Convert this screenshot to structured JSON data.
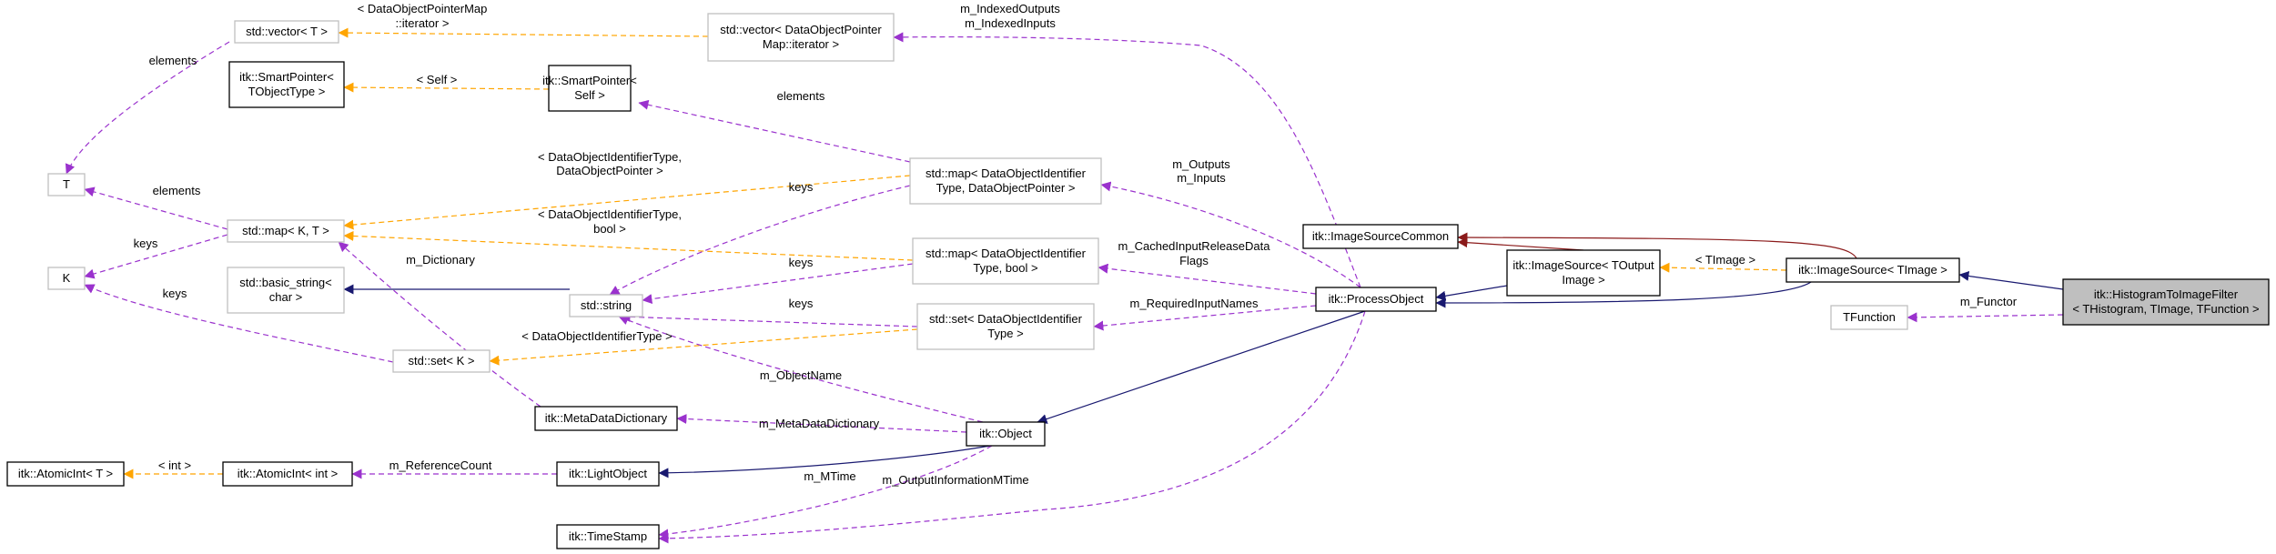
{
  "colors": {
    "inheritance": "#191970",
    "inheritance_private": "#8b1a1a",
    "usage": "#9a32cd",
    "template": "#ffa500",
    "box_stroke_documented": "#000000",
    "box_stroke_external": "#bfbfbf",
    "box_fill_highlight": "#bfbfbf"
  },
  "nodes": [
    {
      "id": "vecT",
      "lines": [
        "std::vector< T >"
      ],
      "style": "external"
    },
    {
      "id": "vecIt",
      "lines": [
        "std::vector< DataObjectPointer",
        "Map::iterator >"
      ],
      "style": "external"
    },
    {
      "id": "spObj",
      "lines": [
        "itk::SmartPointer<",
        "TObjectType >"
      ],
      "style": "documented"
    },
    {
      "id": "spSelf",
      "lines": [
        "itk::SmartPointer<",
        "Self >"
      ],
      "style": "documented"
    },
    {
      "id": "T",
      "lines": [
        "T"
      ],
      "style": "external"
    },
    {
      "id": "mapKT",
      "lines": [
        "std::map< K, T >"
      ],
      "style": "external"
    },
    {
      "id": "mapDOP",
      "lines": [
        "std::map< DataObjectIdentifier",
        "Type, DataObjectPointer >"
      ],
      "style": "external"
    },
    {
      "id": "K",
      "lines": [
        "K"
      ],
      "style": "external"
    },
    {
      "id": "basicStr",
      "lines": [
        "std::basic_string<",
        "char >"
      ],
      "style": "external"
    },
    {
      "id": "str",
      "lines": [
        "std::string"
      ],
      "style": "external"
    },
    {
      "id": "mapBool",
      "lines": [
        "std::map< DataObjectIdentifier",
        "Type, bool >"
      ],
      "style": "external"
    },
    {
      "id": "setDOI",
      "lines": [
        "std::set< DataObjectIdentifier",
        "Type >"
      ],
      "style": "external"
    },
    {
      "id": "setK",
      "lines": [
        "std::set< K >"
      ],
      "style": "external"
    },
    {
      "id": "isc",
      "lines": [
        "itk::ImageSourceCommon"
      ],
      "style": "documented"
    },
    {
      "id": "isTOut",
      "lines": [
        "itk::ImageSource< TOutput",
        "Image >"
      ],
      "style": "documented"
    },
    {
      "id": "isTImg",
      "lines": [
        "itk::ImageSource< TImage >"
      ],
      "style": "documented"
    },
    {
      "id": "hist",
      "lines": [
        "itk::HistogramToImageFilter",
        "< THistogram, TImage, TFunction >"
      ],
      "style": "highlight"
    },
    {
      "id": "po",
      "lines": [
        "itk::ProcessObject"
      ],
      "style": "documented"
    },
    {
      "id": "tfunc",
      "lines": [
        "TFunction"
      ],
      "style": "external"
    },
    {
      "id": "mdd",
      "lines": [
        "itk::MetaDataDictionary"
      ],
      "style": "documented"
    },
    {
      "id": "obj",
      "lines": [
        "itk::Object"
      ],
      "style": "documented"
    },
    {
      "id": "aiT",
      "lines": [
        "itk::AtomicInt< T >"
      ],
      "style": "documented"
    },
    {
      "id": "aiInt",
      "lines": [
        "itk::AtomicInt< int >"
      ],
      "style": "documented"
    },
    {
      "id": "lo",
      "lines": [
        "itk::LightObject"
      ],
      "style": "documented"
    },
    {
      "id": "ts",
      "lines": [
        "itk::TimeStamp"
      ],
      "style": "documented"
    }
  ],
  "edges": [
    {
      "id": "e1",
      "from": "vecT",
      "to": "vecIt",
      "kind": "template",
      "labels": [
        "< DataObjectPointerMap",
        "::iterator >"
      ]
    },
    {
      "id": "e2",
      "from": "vecT",
      "to": "T",
      "kind": "usage",
      "labels": [
        "elements"
      ]
    },
    {
      "id": "e3",
      "from": "spObj",
      "to": "spSelf",
      "kind": "template",
      "labels": [
        "< Self >"
      ]
    },
    {
      "id": "e4",
      "from": "mapDOP",
      "to": "spSelf",
      "kind": "usage",
      "labels": [
        "elements"
      ]
    },
    {
      "id": "e5",
      "from": "mapKT",
      "to": "T",
      "kind": "usage",
      "labels": [
        "elements"
      ]
    },
    {
      "id": "e6",
      "from": "mapKT",
      "to": "mapDOP",
      "kind": "template",
      "labels": [
        "< DataObjectIdentifierType,",
        "DataObjectPointer >"
      ]
    },
    {
      "id": "e7",
      "from": "mapKT",
      "to": "K",
      "kind": "usage",
      "labels": [
        "keys"
      ]
    },
    {
      "id": "e8",
      "from": "mapKT",
      "to": "mapBool",
      "kind": "template",
      "labels": [
        "< DataObjectIdentifierType,",
        "bool >"
      ]
    },
    {
      "id": "e9",
      "from": "mapDOP",
      "to": "str",
      "kind": "usage",
      "labels": [
        "keys"
      ]
    },
    {
      "id": "e10",
      "from": "mapBool",
      "to": "str",
      "kind": "usage",
      "labels": [
        "keys"
      ]
    },
    {
      "id": "e11",
      "from": "setDOI",
      "to": "str",
      "kind": "usage",
      "labels": [
        "keys"
      ]
    },
    {
      "id": "e12",
      "from": "setK",
      "to": "K",
      "kind": "usage",
      "labels": [
        "keys"
      ]
    },
    {
      "id": "e13",
      "from": "setK",
      "to": "setDOI",
      "kind": "template",
      "labels": [
        "< DataObjectIdentifierType >"
      ]
    },
    {
      "id": "e14",
      "from": "mdd",
      "to": "mapKT",
      "kind": "usage",
      "labels": [
        "m_Dictionary"
      ]
    },
    {
      "id": "e15",
      "from": "basicStr",
      "to": "str",
      "kind": "inheritance",
      "labels": []
    },
    {
      "id": "e16",
      "from": "obj",
      "to": "str",
      "kind": "usage",
      "labels": [
        "m_ObjectName"
      ]
    },
    {
      "id": "e17",
      "from": "po",
      "to": "vecIt",
      "kind": "usage",
      "labels": [
        "m_IndexedOutputs",
        "m_IndexedInputs"
      ]
    },
    {
      "id": "e18",
      "from": "po",
      "to": "mapDOP",
      "kind": "usage",
      "labels": [
        "m_Outputs",
        "m_Inputs"
      ]
    },
    {
      "id": "e19",
      "from": "po",
      "to": "mapBool",
      "kind": "usage",
      "labels": [
        "m_CachedInputReleaseData",
        "Flags"
      ]
    },
    {
      "id": "e20",
      "from": "po",
      "to": "setDOI",
      "kind": "usage",
      "labels": [
        "m_RequiredInputNames"
      ]
    },
    {
      "id": "e21",
      "from": "isTOut",
      "to": "isc",
      "kind": "inheritance_private",
      "labels": []
    },
    {
      "id": "e22",
      "from": "isTImg",
      "to": "isc",
      "kind": "inheritance_private",
      "labels": []
    },
    {
      "id": "e23",
      "from": "isTOut",
      "to": "po",
      "kind": "inheritance",
      "labels": []
    },
    {
      "id": "e24",
      "from": "isTImg",
      "to": "po",
      "kind": "inheritance",
      "labels": []
    },
    {
      "id": "e25",
      "from": "isTImg",
      "to": "isTOut",
      "kind": "template",
      "labels": [
        "< TImage >"
      ]
    },
    {
      "id": "e26",
      "from": "hist",
      "to": "isTImg",
      "kind": "inheritance",
      "labels": []
    },
    {
      "id": "e27",
      "from": "hist",
      "to": "tfunc",
      "kind": "usage",
      "labels": [
        "m_Functor"
      ]
    },
    {
      "id": "e28",
      "from": "po",
      "to": "obj",
      "kind": "inheritance",
      "labels": []
    },
    {
      "id": "e29",
      "from": "obj",
      "to": "mdd",
      "kind": "usage",
      "labels": [
        "m_MetaDataDictionary"
      ]
    },
    {
      "id": "e30",
      "from": "obj",
      "to": "lo",
      "kind": "inheritance",
      "labels": []
    },
    {
      "id": "e31",
      "from": "aiT",
      "to": "aiInt",
      "kind": "template",
      "labels": [
        "< int >"
      ]
    },
    {
      "id": "e32",
      "from": "lo",
      "to": "aiInt",
      "kind": "usage",
      "labels": [
        "m_ReferenceCount"
      ]
    },
    {
      "id": "e33",
      "from": "obj",
      "to": "ts",
      "kind": "usage",
      "labels": [
        "m_MTime"
      ]
    },
    {
      "id": "e34",
      "from": "po",
      "to": "ts",
      "kind": "usage",
      "labels": [
        "m_OutputInformationMTime"
      ]
    }
  ]
}
